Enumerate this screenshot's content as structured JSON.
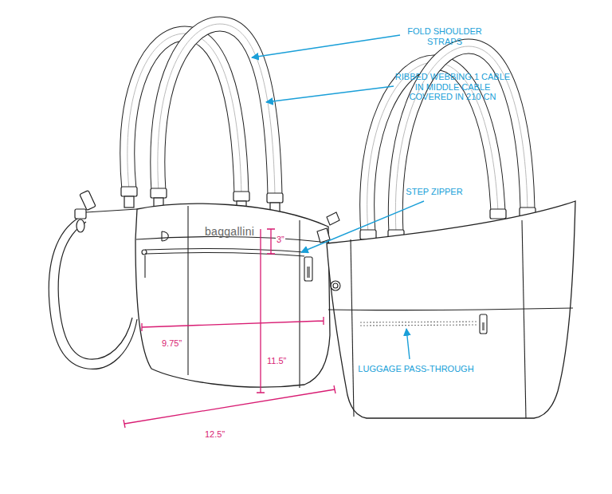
{
  "diagram": {
    "labels": [
      "FOLD SHOULDER STRAPS",
      "RIBBED WEBBING 1 CABLE IN MIDDLE CABLE COVERED IN 210 CN",
      "STEP ZIPPER",
      "baggallini",
      "3”",
      "9.75”",
      "11.5”",
      "12.5”",
      "LUGGAGE PASS-THROUGH"
    ]
  }
}
